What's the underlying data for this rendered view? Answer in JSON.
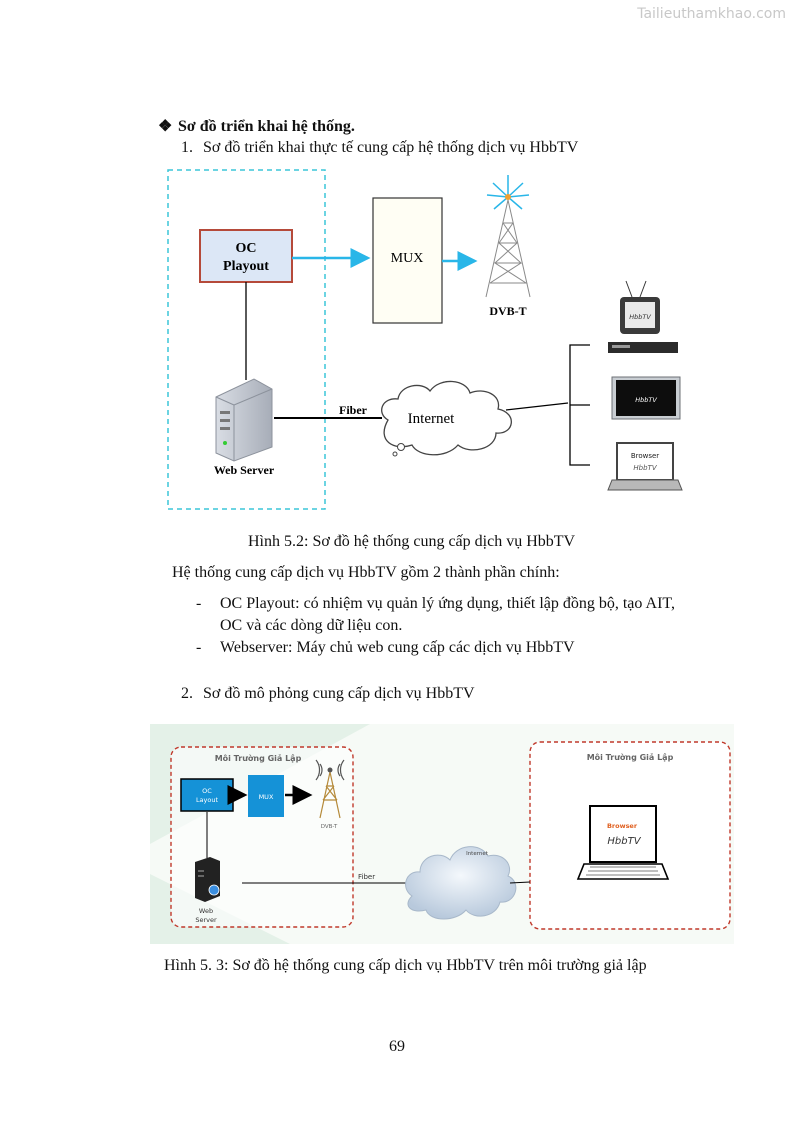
{
  "watermark": "Tailieuthamkhao.com",
  "section_heading": "Sơ đồ triển khai hệ thống.",
  "item1": {
    "number": "1.",
    "text": "Sơ đồ triển khai thực tế cung cấp hệ thống dịch vụ HbbTV"
  },
  "figure1": {
    "oc_line1": "OC",
    "oc_line2": "Playout",
    "mux": "MUX",
    "dvbt": "DVB-T",
    "web_server": "Web Server",
    "fiber": "Fiber",
    "internet": "Internet",
    "tv_logo": "HbbTV",
    "browser": "Browser",
    "caption": "Hình 5.2: Sơ đồ hệ thống cung cấp dịch vụ HbbTV"
  },
  "intro": "Hệ thống cung cấp dịch vụ HbbTV gồm 2 thành phần chính:",
  "bullets": [
    {
      "dash": "-",
      "line1": "OC Playout: có nhiệm vụ quản lý ứng dụng, thiết lập đồng bộ, tạo AIT,",
      "line2": "OC và các dòng dữ liệu con."
    },
    {
      "dash": "-",
      "line1": "Webserver: Máy chủ web cung cấp các dịch vụ HbbTV"
    }
  ],
  "item2": {
    "number": "2.",
    "text": "Sơ đồ mô phỏng cung cấp dịch vụ HbbTV"
  },
  "figure2": {
    "env_left": "Môi Trường Giả Lập",
    "env_right": "Môi Trường Giả Lập",
    "oc_line1": "OC",
    "oc_line2": "Layout",
    "mux": "MUX",
    "dvbt": "DVB-T",
    "web_line1": "Web",
    "web_line2": "Server",
    "fiber": "Fiber",
    "internet": "Internet",
    "browser": "Browser",
    "hbbtv": "HbbTV",
    "caption": "Hình 5. 3: Sơ đồ hệ thống cung cấp dịch vụ HbbTV trên môi trường giả lập"
  },
  "page_number": "69"
}
